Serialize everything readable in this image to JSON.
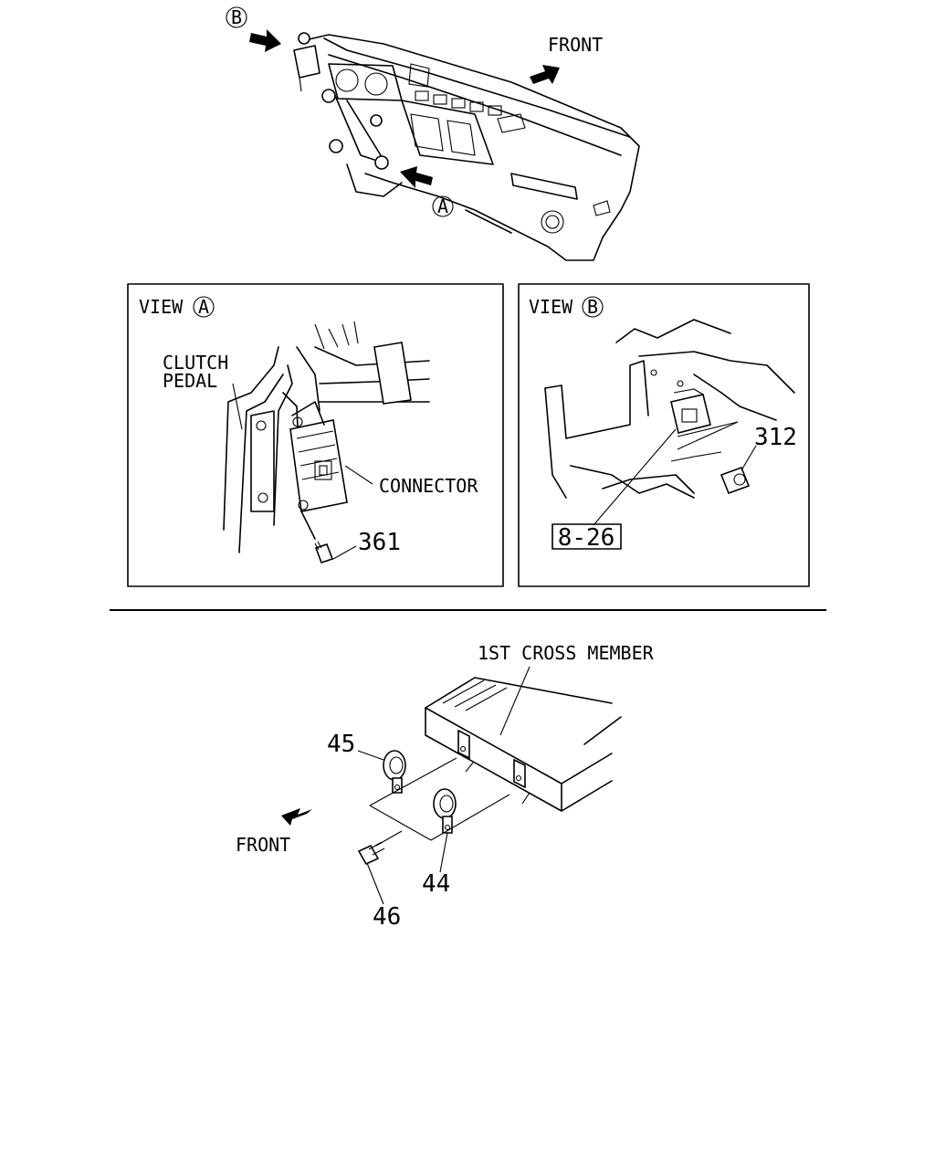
{
  "dash": {
    "callout_b": "B",
    "callout_a": "A",
    "front_label": "FRONT"
  },
  "view_a": {
    "title": "VIEW",
    "title_letter": "A",
    "clutch_line1": "CLUTCH",
    "clutch_line2": "PEDAL",
    "connector_label": "CONNECTOR",
    "part_361": "361"
  },
  "view_b": {
    "title": "VIEW",
    "title_letter": "B",
    "part_312": "312",
    "ref_826": "8-26"
  },
  "horn": {
    "cross_member_label": "1ST CROSS MEMBER",
    "part_45": "45",
    "part_44": "44",
    "part_46": "46",
    "front_label": "FRONT"
  }
}
